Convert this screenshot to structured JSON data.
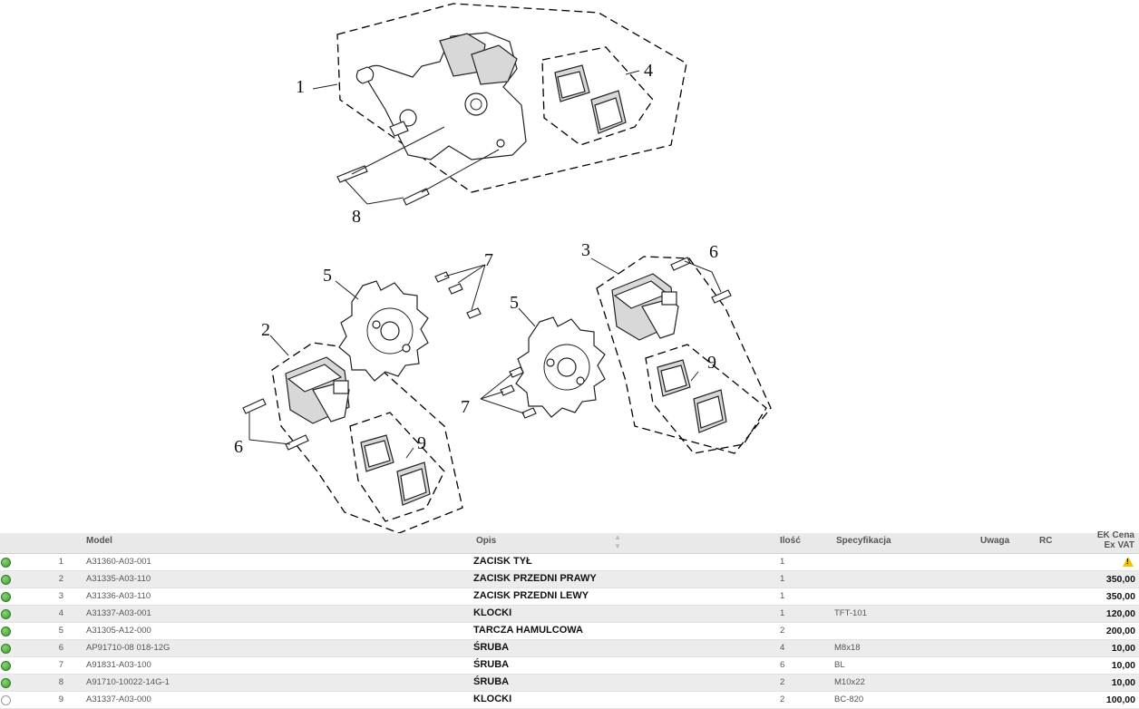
{
  "diagram": {
    "callouts": [
      "1",
      "2",
      "3",
      "4",
      "5",
      "5",
      "6",
      "6",
      "7",
      "7",
      "8",
      "9",
      "9"
    ]
  },
  "table": {
    "headers": {
      "model": "Model",
      "opis": "Opis",
      "ilosc": "Ilość",
      "spec": "Specyfikacja",
      "uwaga": "Uwaga",
      "rc": "RC",
      "cena_line1": "EK Cena",
      "cena_line2": "Ex VAT"
    },
    "rows": [
      {
        "num": "1",
        "model": "A31360-A03-001",
        "opis": "ZACISK TYŁ",
        "ilosc": "1",
        "spec": "",
        "cena": "",
        "status": "green",
        "warning": true
      },
      {
        "num": "2",
        "model": "A31335-A03-110",
        "opis": "ZACISK PRZEDNI PRAWY",
        "ilosc": "1",
        "spec": "",
        "cena": "350,00",
        "status": "green",
        "warning": false
      },
      {
        "num": "3",
        "model": "A31336-A03-110",
        "opis": "ZACISK PRZEDNI LEWY",
        "ilosc": "1",
        "spec": "",
        "cena": "350,00",
        "status": "green",
        "warning": false
      },
      {
        "num": "4",
        "model": "A31337-A03-001",
        "opis": "KLOCKI",
        "ilosc": "1",
        "spec": "TFT-101",
        "cena": "120,00",
        "status": "green",
        "warning": false
      },
      {
        "num": "5",
        "model": "A31305-A12-000",
        "opis": "TARCZA HAMULCOWA",
        "ilosc": "2",
        "spec": "",
        "cena": "200,00",
        "status": "green",
        "warning": false
      },
      {
        "num": "6",
        "model": "AP91710-08 018-12G",
        "opis": "ŚRUBA",
        "ilosc": "4",
        "spec": "M8x18",
        "cena": "10,00",
        "status": "green",
        "warning": false
      },
      {
        "num": "7",
        "model": "A91831-A03-100",
        "opis": "ŚRUBA",
        "ilosc": "6",
        "spec": "BL",
        "cena": "10,00",
        "status": "green",
        "warning": false
      },
      {
        "num": "8",
        "model": "A91710-10022-14G-1",
        "opis": "ŚRUBA",
        "ilosc": "2",
        "spec": "M10x22",
        "cena": "10,00",
        "status": "green",
        "warning": false
      },
      {
        "num": "9",
        "model": "A31337-A03-000",
        "opis": "KLOCKI",
        "ilosc": "2",
        "spec": "BC-820",
        "cena": "100,00",
        "status": "empty",
        "warning": false
      }
    ]
  }
}
